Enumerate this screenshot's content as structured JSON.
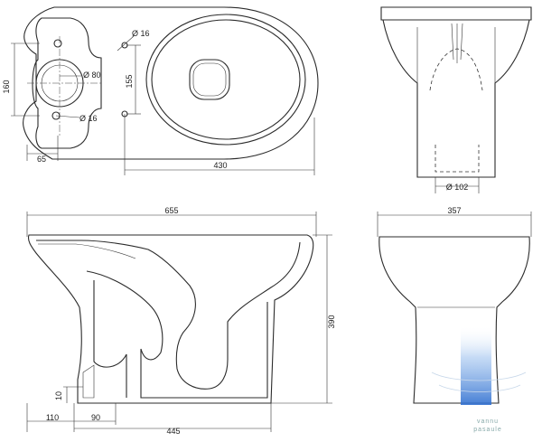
{
  "dimensions": {
    "top_width_160": "160",
    "top_offset_65": "65",
    "top_dia_16_upper": "Ø 16",
    "top_dia_80": "Ø 80",
    "top_dia_16_lower": "Ø 16",
    "top_155": "155",
    "top_length_430": "430",
    "rear_dia_102": "Ø 102",
    "side_length_655": "655",
    "side_height_390": "390",
    "side_10": "10",
    "side_110": "110",
    "side_90": "90",
    "side_445": "445",
    "front_width_357": "357"
  },
  "watermark": {
    "line1": "vannu",
    "line2": "pasaule"
  },
  "colors": {
    "line": "#2b2b2b",
    "watermark_blue": "#2f6fd0"
  }
}
